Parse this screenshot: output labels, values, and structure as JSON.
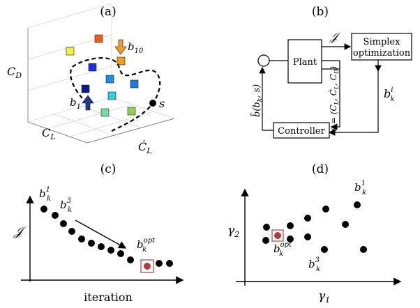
{
  "panels": {
    "a": "(a)",
    "b": "(b)",
    "c": "(c)",
    "d": "(d)"
  },
  "panel_a": {
    "axis_z": "C",
    "axis_z_sub": "D",
    "axis_x": "C",
    "axis_x_sub": "L",
    "axis_y": "Ċ",
    "axis_y_sub": "L",
    "label_b1": "b",
    "label_b1_sub": "1",
    "label_b10": "b",
    "label_b10_sub": "10",
    "label_s": "s"
  },
  "panel_b": {
    "plant": "Plant",
    "simplex_line1": "Simplex",
    "simplex_line2": "optimization",
    "controller": "Controller",
    "J": "𝒥",
    "bki": "b",
    "bki_sub": "k",
    "bki_sup": "i",
    "bhat": "b̂(b",
    "bhat_sub": "k",
    "bhat_end": ", s)",
    "s_eq": "s = (C",
    "s_eq_sub1": "L",
    "s_eq_mid": ", Ċ",
    "s_eq_sub2": "L",
    "s_eq_mid2": ", C",
    "s_eq_sub3": "D",
    "s_eq_end": ")"
  },
  "panel_c": {
    "ylabel": "𝒥",
    "xlabel": "iteration",
    "b1": "b",
    "b1_sub": "k",
    "b1_sup": "1",
    "b3": "b",
    "b3_sub": "k",
    "b3_sup": "3",
    "bopt": "b",
    "bopt_sub": "k",
    "bopt_sup": "opt"
  },
  "panel_d": {
    "ylabel": "γ",
    "ylabel_sub": "2",
    "xlabel": "γ",
    "xlabel_sub": "1",
    "b1": "b",
    "b1_sub": "k",
    "b1_sup": "1",
    "b3": "b",
    "b3_sub": "k",
    "b3_sup": "3",
    "bopt": "b",
    "bopt_sub": "k",
    "bopt_sup": "opt"
  },
  "colors": {
    "opt_fill": "#b23a3a",
    "opt_box": "#b06060",
    "arrow_blue": "#1f3a93",
    "arrow_orange": "#f0a020"
  }
}
